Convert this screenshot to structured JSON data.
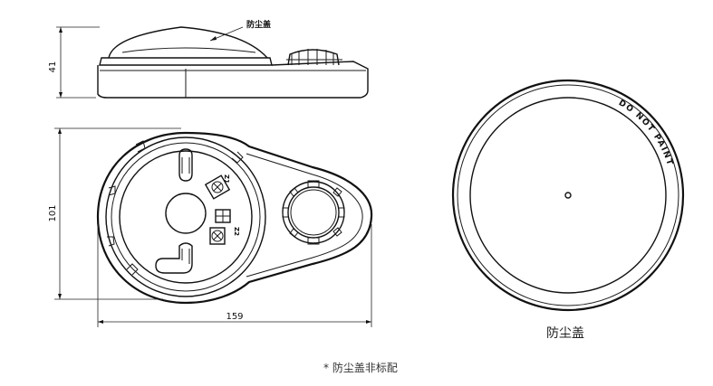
{
  "side_view": {
    "callout_label": "防尘盖",
    "height_dimension": "41"
  },
  "top_view": {
    "height_dimension": "101",
    "width_dimension": "159"
  },
  "dust_cover": {
    "rim_text": "DO NOT PAINT",
    "caption": "防尘盖"
  },
  "footnote": "* 防尘盖非标配"
}
